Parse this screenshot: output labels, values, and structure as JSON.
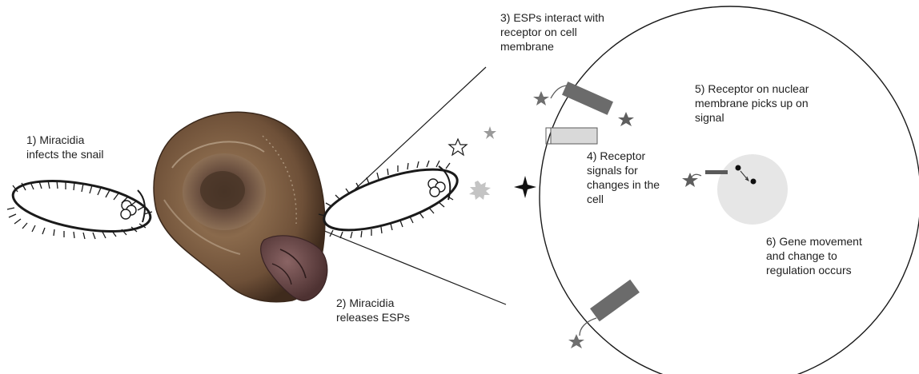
{
  "labels": {
    "step1": [
      "1) Miracidia",
      "infects  the snail"
    ],
    "step2": [
      "2) Miracidia",
      "releases ESPs"
    ],
    "step3": [
      "3) ESPs interact with",
      "receptor on cell",
      "membrane"
    ],
    "step4": [
      "4) Receptor",
      "signals for",
      "changes in the",
      "cell"
    ],
    "step5": [
      "5) Receptor on nuclear",
      "membrane picks up on",
      "signal"
    ],
    "step6": [
      "6) Gene movement",
      "and change to",
      "regulation occurs"
    ]
  },
  "icons": {
    "miracidium": "ciliated-larva-icon",
    "snail": "snail-shell-image",
    "esp_star": "star-icon",
    "receptor": "receptor-rectangle-icon",
    "nucleus": "nucleus-circle"
  },
  "colors": {
    "outline": "#1a1a1a",
    "receptor_dark": "#6b6b6b",
    "receptor_light": "#d9d9d9",
    "esp_star": "#6e6e6e",
    "esp_star_light": "#9a9a9a",
    "nucleus": "#e6e6e6",
    "shell_dark": "#4b3424",
    "shell_mid": "#7a5a3e",
    "shell_light": "#a98866",
    "foot": "#6e4b4a"
  }
}
